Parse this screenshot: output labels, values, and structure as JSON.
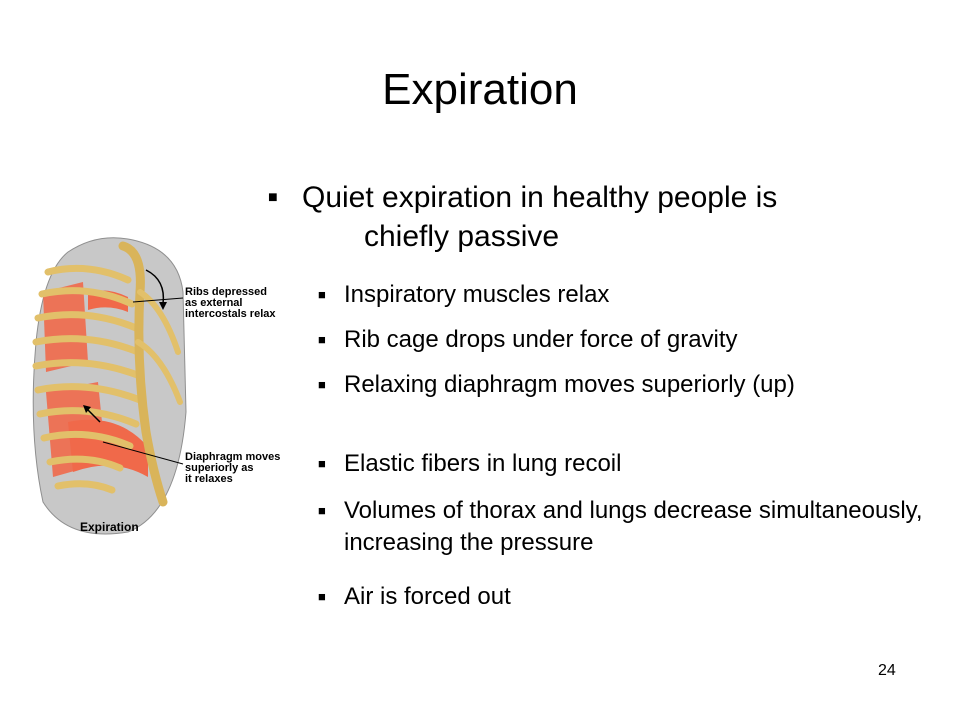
{
  "slide": {
    "title": "Expiration",
    "bullet_marker": "■",
    "main_bullet": {
      "line1": "Quiet expiration in healthy people is",
      "line2": "chiefly passive"
    },
    "sub_bullets": [
      {
        "text": "Inspiratory muscles relax"
      },
      {
        "text": "Rib cage drops under force of gravity"
      },
      {
        "text": "Relaxing diaphragm moves superiorly (up)"
      },
      {
        "text": "Elastic fibers in lung recoil"
      },
      {
        "text": "Volumes of thorax and lungs decrease simultaneously, increasing the pressure"
      },
      {
        "text": "Air is forced out"
      }
    ],
    "page_number": "24"
  },
  "figure": {
    "label_ribs": "Ribs depressed\nas external\nintercostals relax",
    "label_diaphragm": "Diaphragm moves\nsuperiorly as\nit relaxes",
    "caption": "Expiration",
    "colors": {
      "rib": "#e2c06a",
      "rib_dark": "#b8913a",
      "muscle": "#f0694a",
      "lung_gray": "#b4b4b4"
    }
  }
}
